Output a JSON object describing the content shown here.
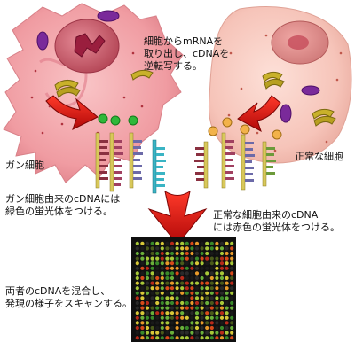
{
  "labels": {
    "extract": [
      "細胞からmRNAを",
      "取り出し、cDNAを",
      "逆転写する。"
    ],
    "cancer_cell": "ガン細胞",
    "normal_cell": "正常な細胞",
    "cancer_cdna": [
      "ガン細胞由来のcDNAには",
      "緑色の蛍光体をつける。"
    ],
    "normal_cdna": [
      "正常な細胞由来のcDNA",
      "には赤色の蛍光体をつける。"
    ],
    "mix": [
      "両者のcDNAを混合し、",
      "発現の様子をスキャンする。"
    ]
  },
  "colors": {
    "cancer_cell": "#f2a3a8",
    "normal_cell": "#f6c8be",
    "nucleus": "#cc5a6a",
    "nucleolus": "#9a1e3e",
    "arrow": "#d91212",
    "green_fluor": "#2fb83a",
    "yellow_fluor": "#f2b24a",
    "microarray_bg": "#101010"
  }
}
